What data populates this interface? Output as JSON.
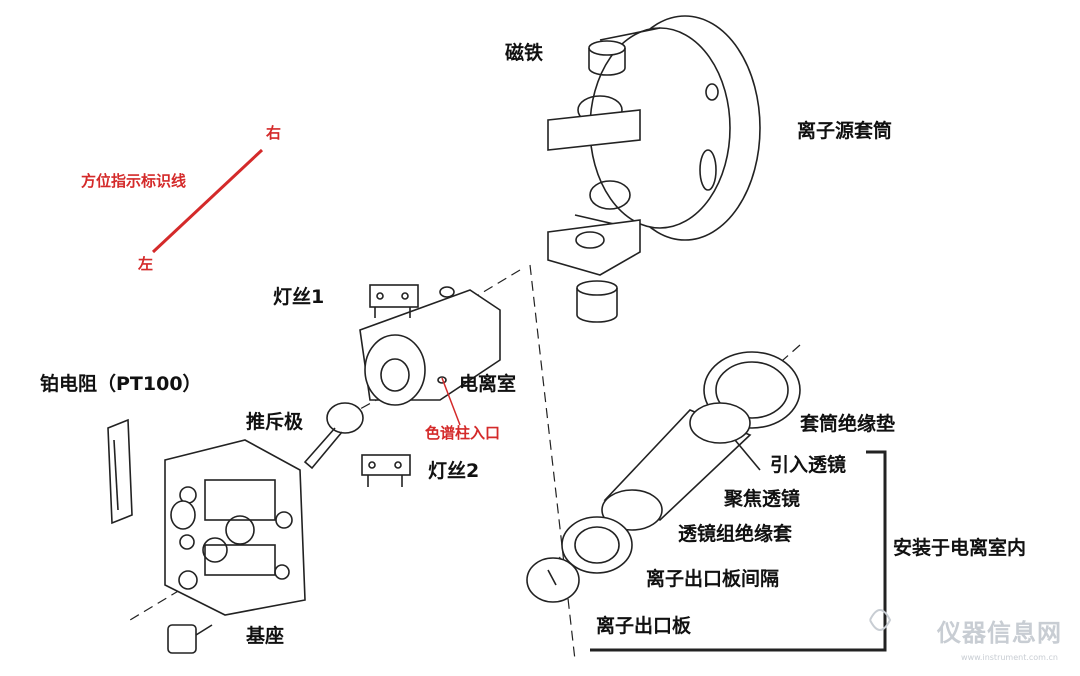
{
  "labels": {
    "magnet": "磁铁",
    "ion_source_sleeve": "离子源套筒",
    "orientation_line": "方位指示标识线",
    "right": "右",
    "left": "左",
    "filament_1": "灯丝1",
    "platinum_resistor": "铂电阻（PT100）",
    "ionization_chamber": "电离室",
    "repeller": "推斥极",
    "column_inlet": "色谱柱入口",
    "filament_2": "灯丝2",
    "sleeve_insulating_pad": "套筒绝缘垫",
    "extraction_lens": "引入透镜",
    "focusing_lens": "聚焦透镜",
    "lens_insulating_sleeve": "透镜组绝缘套",
    "ion_exit_spacer": "离子出口板间隔",
    "ion_exit_plate": "离子出口板",
    "installed_in_chamber": "安装于电离室内",
    "base": "基座"
  },
  "watermark": {
    "text": "仪器信息网",
    "url": "www.instrument.com.cn"
  },
  "colors": {
    "annotation_red": "#d42a2a",
    "line": "#222222"
  }
}
